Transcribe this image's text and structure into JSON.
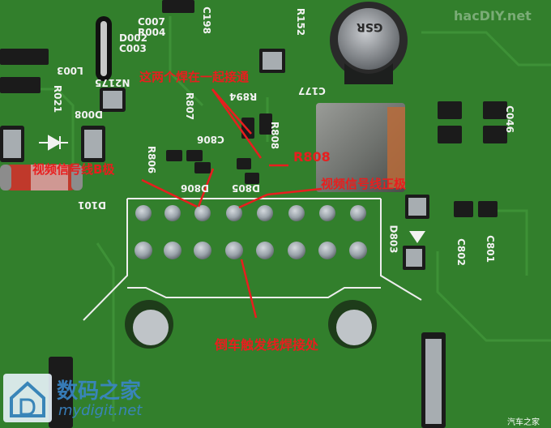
{
  "photo": {
    "colors": {
      "board": "#2f7a2a",
      "pad": "#9aa3aa",
      "annotation": "#e81e1e",
      "silkscreen": "#f2f2f2"
    }
  },
  "silkscreen": {
    "c007": "C007",
    "r004": "R004",
    "d002": "D002",
    "c003": "C003",
    "c198": "C198",
    "r152": "R152",
    "l003": "L003",
    "r021": "R021",
    "n2175": "N2175",
    "d008": "D008",
    "c177": "C177",
    "r894": "R894",
    "r807": "R807",
    "c806": "C806",
    "r808": "R808",
    "r806": "R806",
    "d806": "D806",
    "d805": "D805",
    "d101": "D101",
    "d803": "D803",
    "c802": "C802",
    "c801": "C801",
    "c046": "C046",
    "cap_marking": "GSR"
  },
  "annotations": {
    "join_note": "这两个焊在一起接通",
    "r808_label": "R808",
    "signal_left": "视频信号线B极",
    "signal_right": "视频信号线正极",
    "reverse_trigger": "倒车触发线焊接处"
  },
  "watermarks": {
    "site_name": "数码之家",
    "site_url": "mydigit.net",
    "corner": "汽车之家",
    "top_right": "hacDIY.net"
  }
}
